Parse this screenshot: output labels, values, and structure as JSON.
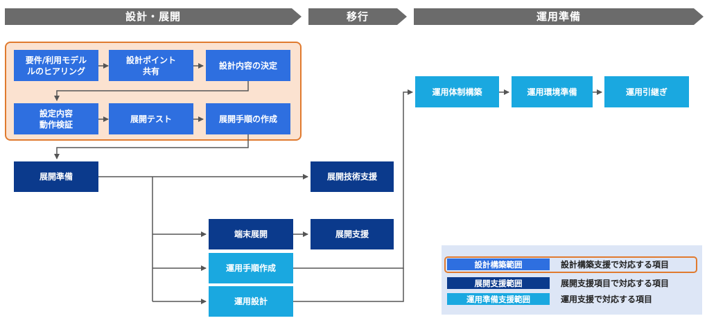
{
  "phases": {
    "design": "設計・展開",
    "migration": "移行",
    "operation": "運用準備"
  },
  "boxes": {
    "hearing": "要件/利用モデル\nルのヒアリング",
    "design_points": "設計ポイント\n共有",
    "design_decision": "設計内容の決定",
    "setting_check": "設定内容\n動作検証",
    "deploy_test": "展開テスト",
    "deploy_procedure": "展開手順の作成",
    "deploy_prep": "展開準備",
    "tech_support": "展開技術支援",
    "terminal_deploy": "端末展開",
    "deploy_support": "展開支援",
    "ops_procedure": "運用手順作成",
    "ops_design": "運用設計",
    "ops_structure": "運用体制構築",
    "ops_env": "運用環境準備",
    "ops_handover": "運用引継ぎ"
  },
  "legend": [
    {
      "label": "設計構築範囲",
      "desc": "設計構築支援で対応する項目",
      "color": "#2e6fe0"
    },
    {
      "label": "展開支援範囲",
      "desc": "展開支援項目で対応する項目",
      "color": "#0b3a8c"
    },
    {
      "label": "運用準備支援範囲",
      "desc": "運用支援で対応する項目",
      "color": "#1aa8e0"
    }
  ],
  "colors": {
    "phase_bar": "#6b6b6b",
    "design_scope": "#2e6fe0",
    "deploy_scope": "#0b3a8c",
    "ops_scope": "#1aa8e0",
    "highlight": "#e07a2e"
  }
}
